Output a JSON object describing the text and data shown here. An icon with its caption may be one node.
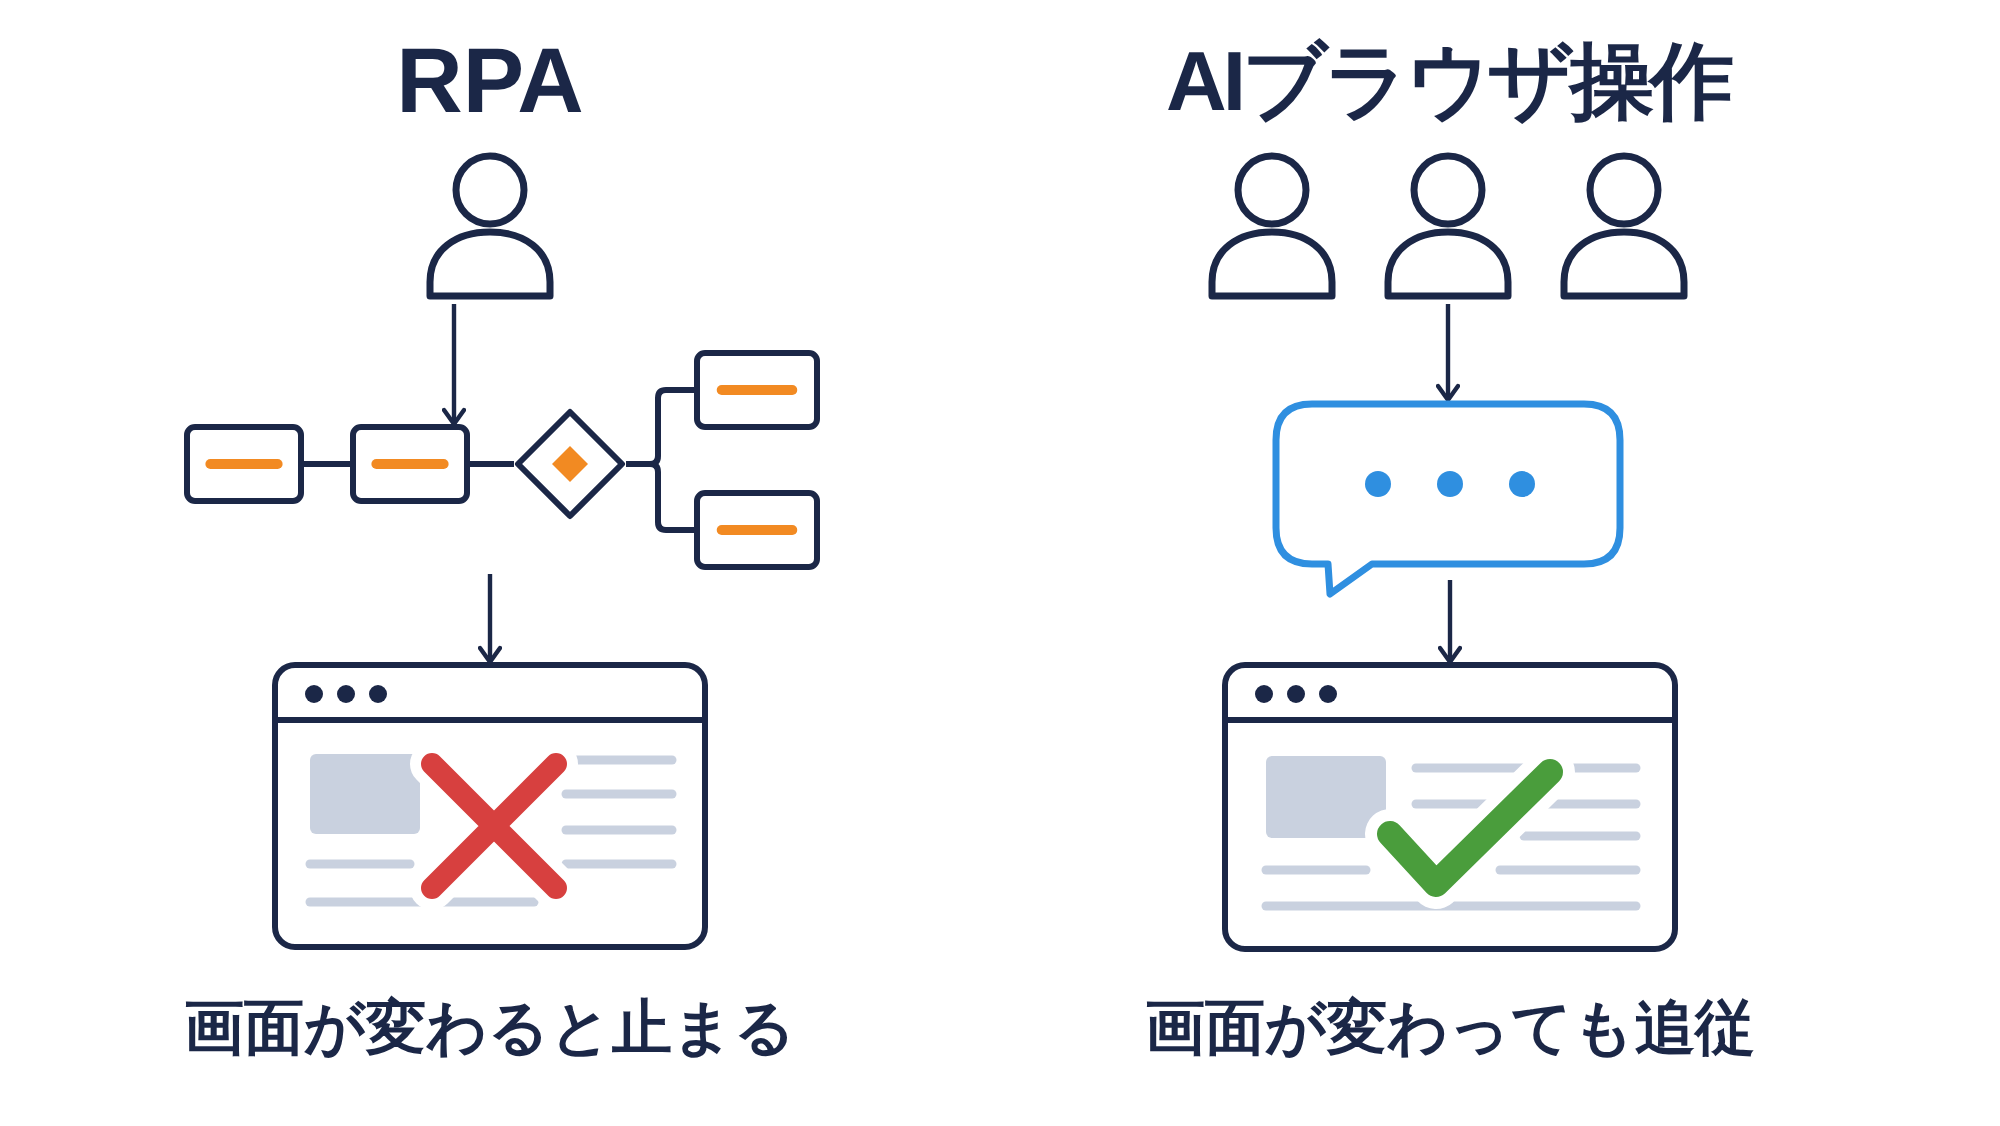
{
  "diagram": {
    "nodes": [
      {
        "text": [],
        "shape": "person"
      },
      {
        "text": [],
        "shape": "box"
      },
      {
        "text": [],
        "shape": "box"
      },
      {
        "text": [],
        "shape": "diamond"
      },
      {
        "text": [],
        "shape": "box"
      },
      {
        "text": [],
        "shape": "box"
      },
      {
        "text": [],
        "shape": "window",
        "beside": [
          "画面が変わると止まる"
        ]
      },
      {
        "text": [],
        "shape": "person"
      },
      {
        "text": [],
        "shape": "person"
      },
      {
        "text": [],
        "shape": "person"
      },
      {
        "text": [],
        "shape": "bubble"
      },
      {
        "text": [],
        "shape": "window",
        "beside": [
          "画面が変わっても追従"
        ]
      }
    ],
    "edges": [
      {
        "from": 0,
        "to": 2,
        "arrow": "to"
      },
      {
        "from": 1,
        "to": 2,
        "arrow": "none"
      },
      {
        "from": 2,
        "to": 3,
        "arrow": "none"
      },
      {
        "from": 3,
        "to": 4,
        "arrow": "none"
      },
      {
        "from": 3,
        "to": 5,
        "arrow": "none"
      },
      {
        "from": null,
        "to": 6,
        "arrow": "to"
      },
      {
        "from": 8,
        "to": 10,
        "arrow": "to"
      },
      {
        "from": 10,
        "to": 11,
        "arrow": "to"
      }
    ],
    "labels": [
      "RPA",
      "AIブラウザ操作"
    ]
  }
}
